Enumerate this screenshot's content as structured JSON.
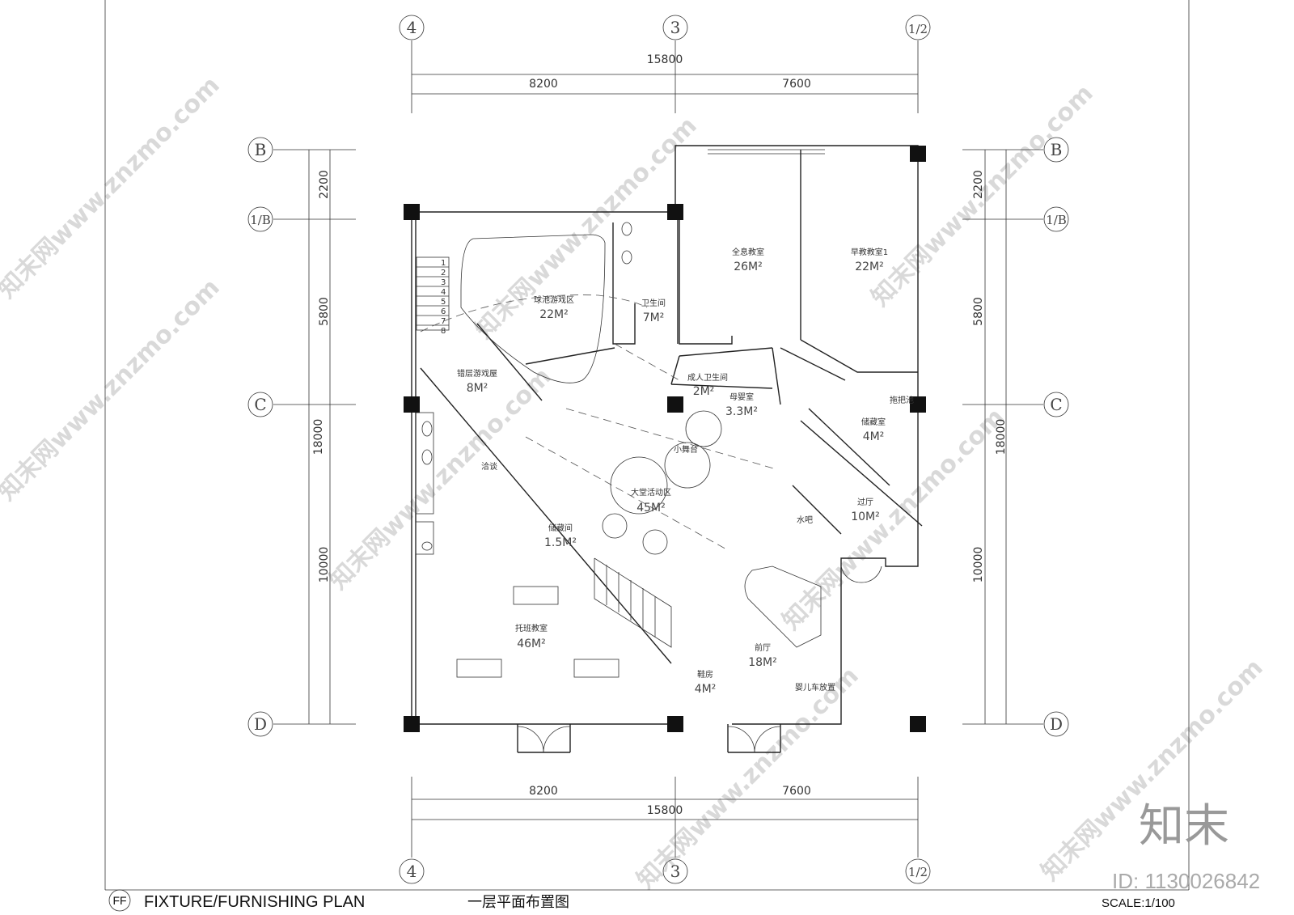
{
  "footer": {
    "code": "FF",
    "title_en": "FIXTURE/FURNISHING PLAN",
    "title_cn": "一层平面布置图",
    "scale": "SCALE:1/100",
    "id_text": "ID: 1130026842",
    "brand": "知末"
  },
  "grid_labels": {
    "col_4": "4",
    "col_3": "3",
    "col_1_2": "1/2",
    "row_B": "B",
    "row_1B": "1/B",
    "row_C": "C",
    "row_D": "D"
  },
  "dimensions": {
    "top_total": "15800",
    "top_left": "8200",
    "top_right": "7600",
    "bottom_left": "8200",
    "bottom_right": "7600",
    "bottom_total": "15800",
    "side_total": "18000",
    "side_2200": "2200",
    "side_5800": "5800",
    "side_10000": "10000"
  },
  "rooms": [
    {
      "name": "全息教室",
      "area": "26M²"
    },
    {
      "name": "早教教室1",
      "area": "22M²"
    },
    {
      "name": "球池游戏区",
      "area": "22M²"
    },
    {
      "name": "卫生间",
      "area": "7M²"
    },
    {
      "name": "错层游戏屋",
      "area": "8M²"
    },
    {
      "name": "成人卫生间",
      "area": "2M²"
    },
    {
      "name": "母婴室",
      "area": "3.3M²"
    },
    {
      "name": "储藏室",
      "area": "4M²"
    },
    {
      "name": "大堂活动区",
      "area": "45M²"
    },
    {
      "name": "过厅",
      "area": "10M²"
    },
    {
      "name": "储藏间",
      "area": "1.5M²"
    },
    {
      "name": "托班教室",
      "area": "46M²"
    },
    {
      "name": "前厅",
      "area": "18M²"
    },
    {
      "name": "鞋房",
      "area": "4M²"
    }
  ],
  "labels": {
    "stage": "小舞台",
    "talk": "洽谈",
    "water_bar": "水吧",
    "stroller": "婴儿车放置",
    "mop": "拖把池"
  },
  "stair_steps": [
    "1",
    "2",
    "3",
    "4",
    "5",
    "6",
    "7",
    "8"
  ],
  "watermark": "知末网www.znzmo.com"
}
